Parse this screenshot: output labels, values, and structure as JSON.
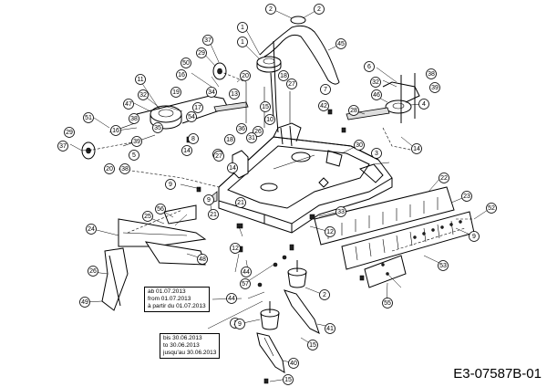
{
  "diagram": {
    "doc_id": "E3-07587B-01",
    "note_from": [
      "ab 01.07.2013",
      "from 01.07.2013",
      "à partir du 01.07.2013"
    ],
    "note_until": [
      "bis 30.06.2013",
      "to 30.06.2013",
      "jusqu'au 30.06.2013"
    ],
    "callouts": [
      {
        "label": "2"
      },
      {
        "label": "2"
      },
      {
        "label": "1"
      },
      {
        "label": "1"
      },
      {
        "label": "45"
      },
      {
        "label": "37"
      },
      {
        "label": "29"
      },
      {
        "label": "50"
      },
      {
        "label": "16"
      },
      {
        "label": "20"
      },
      {
        "label": "18"
      },
      {
        "label": "27"
      },
      {
        "label": "7"
      },
      {
        "label": "6"
      },
      {
        "label": "38"
      },
      {
        "label": "32"
      },
      {
        "label": "39"
      },
      {
        "label": "11"
      },
      {
        "label": "19"
      },
      {
        "label": "13"
      },
      {
        "label": "34"
      },
      {
        "label": "32"
      },
      {
        "label": "47"
      },
      {
        "label": "17"
      },
      {
        "label": "38"
      },
      {
        "label": "54"
      },
      {
        "label": "35"
      },
      {
        "label": "15"
      },
      {
        "label": "36"
      },
      {
        "label": "10"
      },
      {
        "label": "42"
      },
      {
        "label": "46"
      },
      {
        "label": "28"
      },
      {
        "label": "4"
      },
      {
        "label": "51"
      },
      {
        "label": "16"
      },
      {
        "label": "39"
      },
      {
        "label": "8"
      },
      {
        "label": "26"
      },
      {
        "label": "31"
      },
      {
        "label": "29"
      },
      {
        "label": "37"
      },
      {
        "label": "5"
      },
      {
        "label": "14"
      },
      {
        "label": "14"
      },
      {
        "label": "18"
      },
      {
        "label": "43"
      },
      {
        "label": "20"
      },
      {
        "label": "38"
      },
      {
        "label": "27"
      },
      {
        "label": "30"
      },
      {
        "label": "3"
      },
      {
        "label": "14"
      },
      {
        "label": "9"
      },
      {
        "label": "22"
      },
      {
        "label": "9"
      },
      {
        "label": "21"
      },
      {
        "label": "23"
      },
      {
        "label": "21"
      },
      {
        "label": "33"
      },
      {
        "label": "52"
      },
      {
        "label": "24"
      },
      {
        "label": "25"
      },
      {
        "label": "56"
      },
      {
        "label": "12"
      },
      {
        "label": "9"
      },
      {
        "label": "12"
      },
      {
        "label": "53"
      },
      {
        "label": "44"
      },
      {
        "label": "48"
      },
      {
        "label": "26"
      },
      {
        "label": "2"
      },
      {
        "label": "57"
      },
      {
        "label": "55"
      },
      {
        "label": "44"
      },
      {
        "label": "49"
      },
      {
        "label": "1"
      },
      {
        "label": "41"
      },
      {
        "label": "15"
      },
      {
        "label": "40"
      },
      {
        "label": "15"
      },
      {
        "label": "9"
      }
    ]
  }
}
